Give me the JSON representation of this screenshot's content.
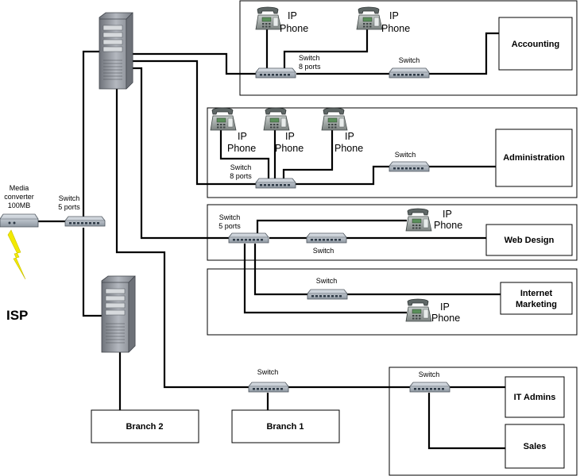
{
  "labels": {
    "isp": "ISP",
    "media_converter": [
      "Media",
      "converter",
      "100MB"
    ],
    "switch": "Switch",
    "switch_5_ports": [
      "Switch",
      "5 ports"
    ],
    "switch_8_ports": [
      "Switch",
      "8 ports"
    ],
    "ip_phone": [
      "IP",
      "Phone"
    ]
  },
  "departments": {
    "accounting": "Accounting",
    "administration": "Administration",
    "web_design": "Web Design",
    "internet_marketing": [
      "Internet",
      "Marketing"
    ],
    "it_admins": "IT Admins",
    "sales": "Sales",
    "branch_1": "Branch 1",
    "branch_2": "Branch 2"
  },
  "colors": {
    "server_body": "#8c9097",
    "switch_body": "#b7bec6",
    "phone_body": "#9fa6a4",
    "lightning": "#f2ea00"
  }
}
